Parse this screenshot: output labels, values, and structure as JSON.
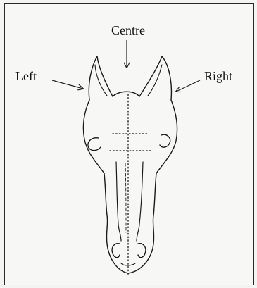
{
  "diagram": {
    "labels": {
      "centre": "Centre",
      "left": "Left",
      "right": "Right"
    }
  }
}
